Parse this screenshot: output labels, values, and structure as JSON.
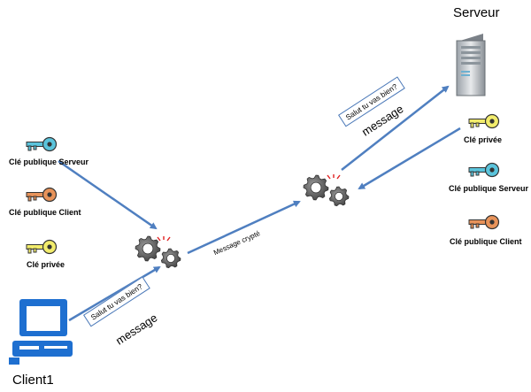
{
  "server": {
    "title": "Serveur",
    "icon": "server-tower-icon"
  },
  "client": {
    "title": "Client1",
    "icon": "desktop-computer-icon"
  },
  "client_keys": [
    {
      "label": "Clé publique Serveur",
      "color": "#5bc4dc",
      "icon": "key-icon"
    },
    {
      "label": "Clé publique Client",
      "color": "#e8935a",
      "icon": "key-icon"
    },
    {
      "label": "Clé privée",
      "color": "#f2ec6c",
      "icon": "key-icon"
    }
  ],
  "server_keys": [
    {
      "label": "Clé privée",
      "color": "#f2ec6c",
      "icon": "key-icon"
    },
    {
      "label": "Clé publique Serveur",
      "color": "#5bc4dc",
      "icon": "key-icon"
    },
    {
      "label": "Clé publique Client",
      "color": "#e8935a",
      "icon": "key-icon"
    }
  ],
  "client_message": {
    "text": "Salut tu vas bien?",
    "caption": "message"
  },
  "server_message": {
    "text": "Salut tu vas bien?",
    "caption": "message"
  },
  "encrypted_label": "Message crypté",
  "colors": {
    "arrow": "#4f7fc0",
    "gear": "#6b6b6b",
    "spark": "#e02020",
    "computer": "#1e6fd0"
  }
}
